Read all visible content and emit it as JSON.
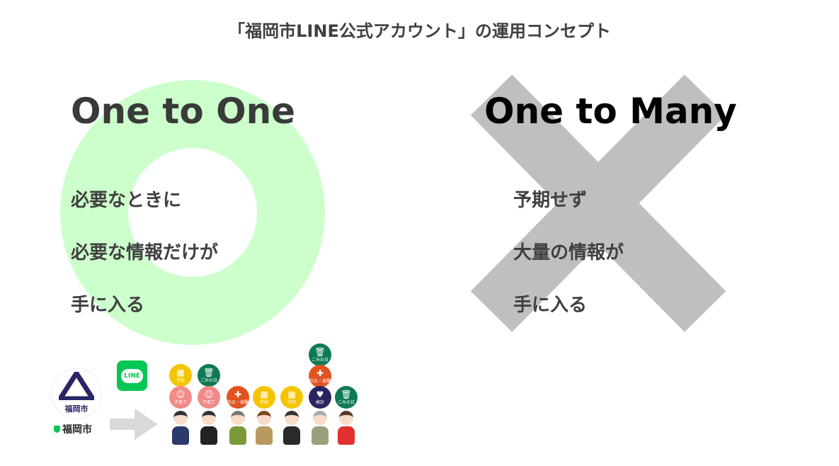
{
  "title": "「福岡市LINE公式アカウント」の運用コンセプト",
  "left": {
    "heading": "One to One",
    "lines": [
      "必要なときに",
      "必要な情報だけが",
      "手に入る"
    ],
    "symbol": "circle-mark",
    "color": "#ccffcc"
  },
  "right": {
    "heading": "One to Many",
    "lines": [
      "予期せず",
      "大量の情報が",
      "手に入る"
    ],
    "symbol": "cross-mark",
    "color": "#bfbfbf"
  },
  "illustration": {
    "city_logo_text": "福岡市",
    "account_name": "福岡市",
    "line_logo_text": "LINE",
    "badges": [
      {
        "label": "学校",
        "icon": "school-icon",
        "color": "#f5c400"
      },
      {
        "label": "子育て",
        "icon": "baby-icon",
        "color": "#f28a8a"
      },
      {
        "label": "ごみの日",
        "icon": "trash-icon",
        "color": "#0e7a55"
      },
      {
        "label": "子育て",
        "icon": "baby-icon",
        "color": "#f28a8a"
      },
      {
        "label": "防災・避難",
        "icon": "helmet-icon",
        "color": "#e0531f"
      },
      {
        "label": "学校",
        "icon": "school-icon",
        "color": "#f5c400"
      },
      {
        "label": "学校",
        "icon": "school-icon",
        "color": "#f5c400"
      },
      {
        "label": "ごみの日",
        "icon": "trash-icon",
        "color": "#0e7a55"
      },
      {
        "label": "防災・避難",
        "icon": "helmet-icon",
        "color": "#e0531f"
      },
      {
        "label": "検診",
        "icon": "health-icon",
        "color": "#2a2560"
      },
      {
        "label": "ごみの日",
        "icon": "trash-icon",
        "color": "#0e7a55"
      }
    ]
  }
}
